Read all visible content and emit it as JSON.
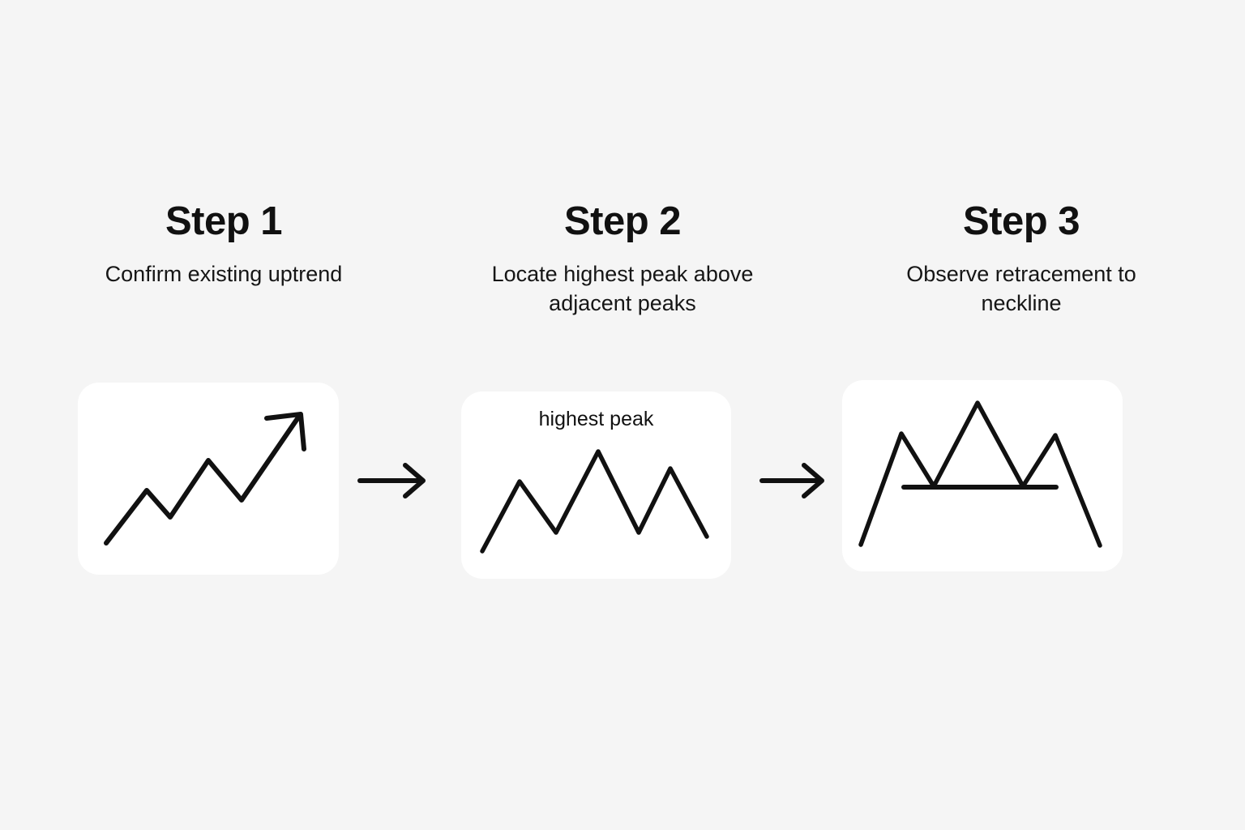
{
  "background_color": "#f5f5f5",
  "card_color": "#ffffff",
  "stroke_color": "#111111",
  "steps": [
    {
      "title": "Step 1",
      "caption": "Confirm existing uptrend",
      "chart_label": "",
      "chart_name": "uptrend-zigzag-chart"
    },
    {
      "title": "Step 2",
      "caption": "Locate highest peak above adjacent peaks",
      "chart_label": "highest peak",
      "chart_name": "three-peaks-chart"
    },
    {
      "title": "Step 3",
      "caption": "Observe retracement to neckline",
      "chart_label": "",
      "chart_name": "head-and-shoulders-neckline-chart"
    }
  ],
  "connectors": [
    {
      "name": "arrow-step1-to-step2",
      "glyph": "arrow-right"
    },
    {
      "name": "arrow-step2-to-step3",
      "glyph": "arrow-right"
    }
  ],
  "chart_data": [
    {
      "type": "line",
      "title": "Confirm existing uptrend",
      "series": [
        {
          "name": "uptrend",
          "points": [
            [
              35,
              198
            ],
            [
              85,
              133
            ],
            [
              114,
              166
            ],
            [
              161,
              96
            ],
            [
              202,
              145
            ],
            [
              274,
              40
            ]
          ]
        }
      ],
      "annotations": [
        "arrowhead at final point"
      ],
      "xlabel": "",
      "ylabel": "",
      "grid": false,
      "legend": "none"
    },
    {
      "type": "line",
      "title": "Locate highest peak above adjacent peaks",
      "series": [
        {
          "name": "peaks",
          "points": [
            [
              26,
              197
            ],
            [
              72,
              111
            ],
            [
              117,
              174
            ],
            [
              169,
              74
            ],
            [
              219,
              174
            ],
            [
              258,
              95
            ],
            [
              303,
              179
            ]
          ]
        }
      ],
      "annotations": [
        "highest peak"
      ],
      "xlabel": "",
      "ylabel": "",
      "grid": false,
      "legend": "none"
    },
    {
      "type": "line",
      "title": "Observe retracement to neckline",
      "series": [
        {
          "name": "head-and-shoulders",
          "points": [
            [
              23,
              203
            ],
            [
              73,
              66
            ],
            [
              113,
              131
            ],
            [
              167,
              28
            ],
            [
              223,
              131
            ],
            [
              263,
              68
            ],
            [
              318,
              204
            ]
          ]
        },
        {
          "name": "neckline",
          "points": [
            [
              76,
              132
            ],
            [
              264,
              132
            ]
          ]
        }
      ],
      "annotations": [
        "neckline"
      ],
      "xlabel": "",
      "ylabel": "",
      "grid": false,
      "legend": "none"
    }
  ]
}
